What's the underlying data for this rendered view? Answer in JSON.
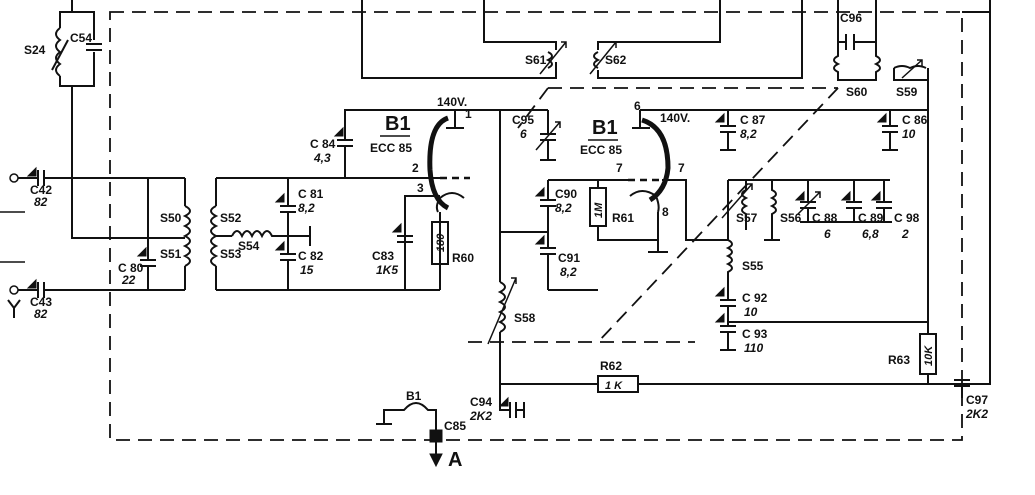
{
  "labels": {
    "s24": "S24",
    "c54": "C54",
    "c42": "C42",
    "c42v": "82",
    "c43": "C43",
    "c43v": "82",
    "c80": "C 80",
    "c80v": "22",
    "s50": "S50",
    "s51": "S51",
    "s52": "S52",
    "s53": "S53",
    "s54": "S54",
    "c81": "C 81",
    "c81v": "8,2",
    "c82": "C 82",
    "c82v": "15",
    "c84": "C 84",
    "c84v": "4,3",
    "b1a": "B1",
    "ecc85a": "ECC 85",
    "v140a": "140V.",
    "pin1": "1",
    "pin2": "2",
    "pin3": "3",
    "c83": "C83",
    "c83v": "1K5",
    "r60": "R60",
    "r60v": "180",
    "s61": "S61",
    "s62": "S62",
    "c95": "C95",
    "c95v": "6",
    "b1b": "B1",
    "ecc85b": "ECC 85",
    "pin6": "6",
    "v140b": "140V.",
    "pin7a": "7",
    "pin7b": "7",
    "pin8": "8",
    "c90": "C90",
    "c90v": "8,2",
    "r61": "R61",
    "r61v": "1M",
    "c91": "C91",
    "c91v": "8,2",
    "s58": "S58",
    "c87": "C 87",
    "c87v": "8,2",
    "c86": "C 86",
    "c86v": "10",
    "c96": "C96",
    "s60": "S60",
    "s59": "S59",
    "s57": "S57",
    "s56": "S56",
    "c88": "C 88",
    "c88v": "6",
    "c89": "C 89",
    "c89v": "6,8",
    "c98": "C 98",
    "c98v": "2",
    "s55": "S55",
    "c92": "C 92",
    "c92v": "10",
    "c93": "C 93",
    "c93v": "110",
    "r62": "R62",
    "r62v": "1 K",
    "r63": "R63",
    "r63v": "10K",
    "c94": "C94",
    "c94v": "2K2",
    "c97": "C97",
    "c97v": "2K2",
    "b1c": "B1",
    "c85": "C85",
    "outA": "A"
  }
}
